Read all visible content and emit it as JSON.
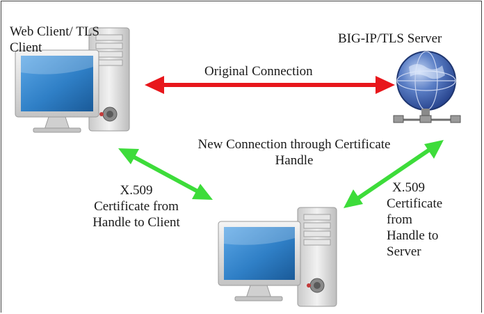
{
  "nodes": {
    "client": {
      "label_line1": "Web Client/ TLS",
      "label_line2": "Client"
    },
    "server": {
      "label": "BIG-IP/TLS Server"
    },
    "handle": {
      "label": ""
    }
  },
  "edges": {
    "original": {
      "label": "Original Connection",
      "color": "#e8161b"
    },
    "new_connection": {
      "label_line1": "New Connection through Certificate",
      "label_line2": "Handle"
    },
    "client_handle": {
      "line1": "X.509",
      "line2": "Certificate from",
      "line3": "Handle to Client",
      "color": "#3ddc3a"
    },
    "server_handle": {
      "line1": "X.509",
      "line2": "Certificate",
      "line3": "from",
      "line4": "Handle to",
      "line5": "Server",
      "color": "#3ddc3a"
    }
  },
  "colors": {
    "monitor_screen": "#2f7fc6",
    "case": "#d9d9d9",
    "globe": "#3a5fae"
  }
}
